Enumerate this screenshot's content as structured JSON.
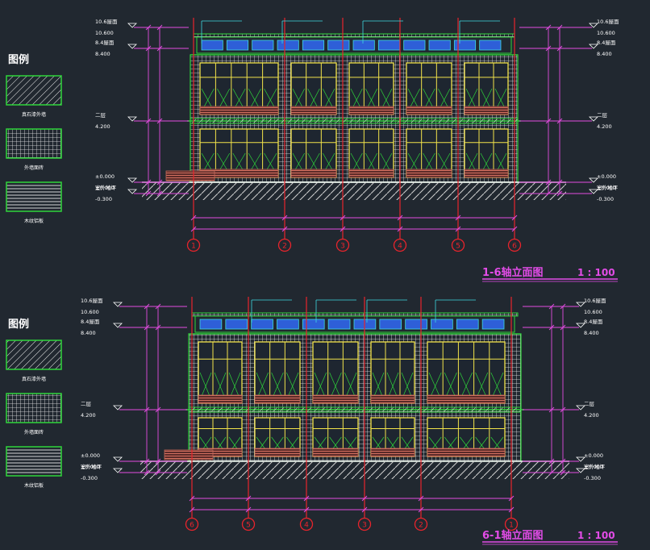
{
  "colors": {
    "background": "#212830",
    "grid_line": "#e8242c",
    "dimension": "#e24ce0",
    "wall_hatch": "#e9e9e9",
    "window_frame": "#f2e34a",
    "glass_fill": "#4ad3d6",
    "green": "#2fd63a",
    "cyan": "#3ed9e0",
    "blue_panel": "#2e5fd8",
    "brick": "#c46a5a",
    "white": "#ffffff",
    "title": "#e34ce8"
  },
  "legend": [
    {
      "title": "图例",
      "items": [
        {
          "pattern": "diagonal-hatch",
          "label": "真石漆外墙"
        },
        {
          "pattern": "grid-hatch",
          "label": "外墙面砖"
        },
        {
          "pattern": "horizontal-hatch",
          "label": "木纹铝板"
        }
      ]
    },
    {
      "title": "图例",
      "items": [
        {
          "pattern": "diagonal-hatch",
          "label": "真石漆外墙"
        },
        {
          "pattern": "grid-hatch",
          "label": "外墙面砖"
        },
        {
          "pattern": "horizontal-hatch",
          "label": "木纹铝板"
        }
      ]
    }
  ],
  "elevations": [
    {
      "title": "1-6轴立面图",
      "scale": "1 : 100",
      "axes": [
        "1",
        "2",
        "3",
        "4",
        "5",
        "6"
      ],
      "levels_left": [
        {
          "name": "10.6屋面",
          "value": "10.600"
        },
        {
          "name": "8.4屋面",
          "value": "8.400"
        },
        {
          "name": "二层",
          "value": "4.200"
        },
        {
          "name": "±0.000",
          "value": "±0.000"
        },
        {
          "name": "室外地坪",
          "value": "-0.300"
        }
      ],
      "levels_right": [
        {
          "name": "10.6屋面",
          "value": "10.600"
        },
        {
          "name": "8.4屋面",
          "value": "8.400"
        },
        {
          "name": "二层",
          "value": "4.200"
        },
        {
          "name": "±0.000",
          "value": "±0.000"
        },
        {
          "name": "室外地坪",
          "value": "-0.300"
        }
      ]
    },
    {
      "title": "6-1轴立面图",
      "scale": "1 : 100",
      "axes": [
        "6",
        "5",
        "4",
        "3",
        "2",
        "1"
      ],
      "levels_left": [
        {
          "name": "10.6屋面",
          "value": "10.600"
        },
        {
          "name": "8.4屋面",
          "value": "8.400"
        },
        {
          "name": "二层",
          "value": "4.200"
        },
        {
          "name": "±0.000",
          "value": "±0.000"
        },
        {
          "name": "室外地坪",
          "value": "-0.300"
        }
      ],
      "levels_right": [
        {
          "name": "10.6屋面",
          "value": "10.600"
        },
        {
          "name": "8.4屋面",
          "value": "8.400"
        },
        {
          "name": "二层",
          "value": "4.200"
        },
        {
          "name": "±0.000",
          "value": "±0.000"
        },
        {
          "name": "室外地坪",
          "value": "-0.300"
        }
      ]
    }
  ]
}
